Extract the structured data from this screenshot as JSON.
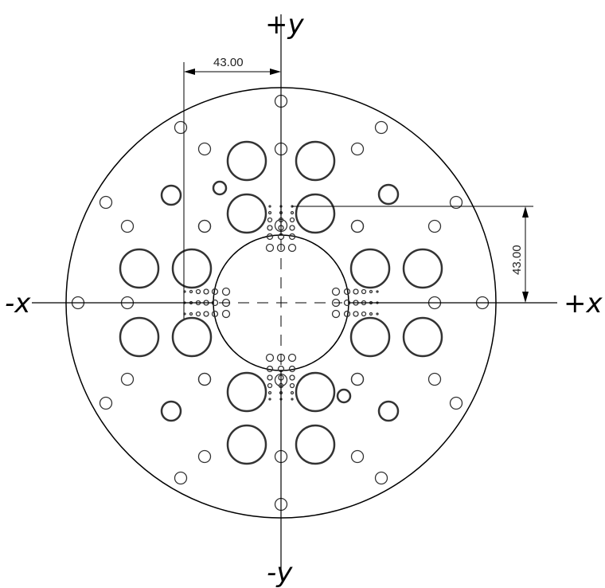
{
  "axes": {
    "plus_y": "+y",
    "minus_y": "-y",
    "plus_x": "+x",
    "minus_x": "-x"
  },
  "dimensions": {
    "horizontal": "43.00",
    "vertical": "43.00"
  },
  "colors": {
    "line": "#000000",
    "hole": "#333333",
    "background": "#ffffff"
  }
}
